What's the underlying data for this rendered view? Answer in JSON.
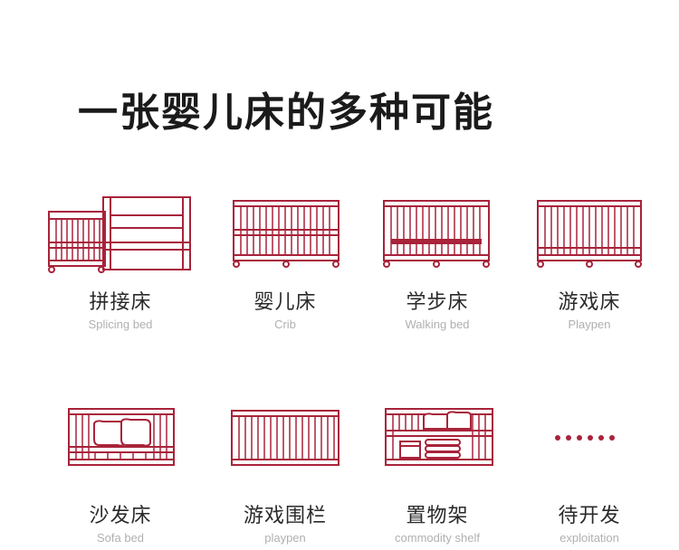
{
  "title": "一张婴儿床的多种可能",
  "accent_color": "#a8233a",
  "items": [
    {
      "cn": "拼接床",
      "en": "Splicing bed",
      "icon": "splicing-bed-icon"
    },
    {
      "cn": "婴儿床",
      "en": "Crib",
      "icon": "crib-icon"
    },
    {
      "cn": "学步床",
      "en": "Walking bed",
      "icon": "walking-bed-icon"
    },
    {
      "cn": "游戏床",
      "en": "Playpen",
      "icon": "playpen-icon"
    },
    {
      "cn": "沙发床",
      "en": "Sofa bed",
      "icon": "sofa-bed-icon"
    },
    {
      "cn": "游戏围栏",
      "en": "playpen",
      "icon": "play-fence-icon"
    },
    {
      "cn": "置物架",
      "en": "commodity shelf",
      "icon": "shelf-icon"
    },
    {
      "cn": "待开发",
      "en": "exploitation",
      "icon": "more-dots-icon"
    }
  ]
}
